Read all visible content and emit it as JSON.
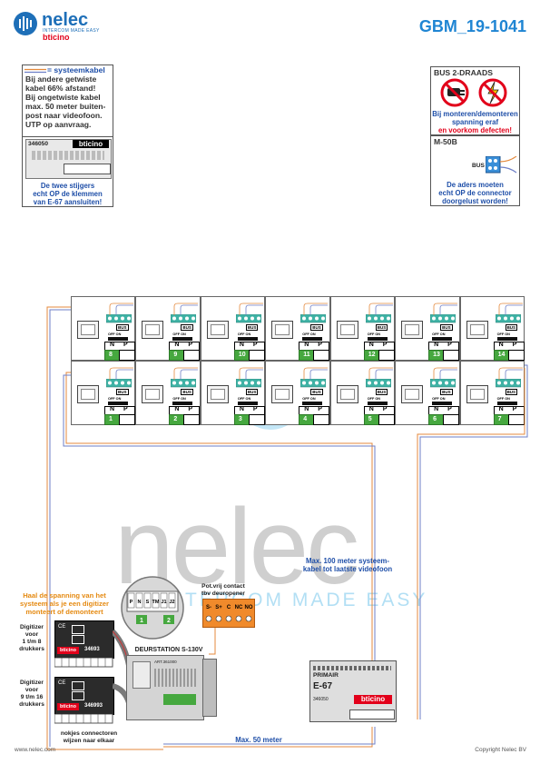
{
  "header": {
    "brand": "nelec",
    "brand_sub": "INTERCOM MADE EASY",
    "brand_partner": "bticino",
    "doc_code": "GBM_19-1041"
  },
  "legend_left": {
    "cable_label": "= systeemkabel",
    "lines": [
      "Bij andere getwiste",
      "kabel 66% afstand!",
      "Bij ongetwiste kabel",
      "max. 50 meter buiten-",
      "post naar videofoon.",
      "UTP op aanvraag."
    ],
    "device_code": "346050",
    "device_brand": "bticino",
    "note": [
      "De twee stijgers",
      "echt OP de klemmen",
      "van E-67 aansluiten!"
    ]
  },
  "legend_right": {
    "title": "BUS 2-DRAADS",
    "warning": [
      "Bij monteren/demonteren",
      "spanning eraf",
      "en voorkom defecten!"
    ],
    "module_title": "M-50B",
    "bus_label": "BUS",
    "note": [
      "De aders moeten",
      "echt OP de connector",
      "doorgelust worden!"
    ]
  },
  "videophones": {
    "terminal_label": "BUS",
    "switch_label": "OFF ON",
    "n_label": "N",
    "p_label": "P",
    "top_row": [
      "8",
      "9",
      "10",
      "11",
      "12",
      "13",
      "14"
    ],
    "bottom_row": [
      "1",
      "2",
      "3",
      "4",
      "5",
      "6",
      "7"
    ]
  },
  "annotations": {
    "cable_100": [
      "Max. 100 meter systeem-",
      "kabel tot laatste videofoon"
    ],
    "cable_50": "Max. 50 meter",
    "power_note": [
      "Haal de spanning van het",
      "systeem als je een digitizer",
      "monteert of demonteert"
    ],
    "digitizer1": [
      "Digitizer",
      "voor",
      "1 t/m 8",
      "drukkers"
    ],
    "digitizer2": [
      "Digitizer",
      "voor",
      "9 t/m 16",
      "drukkers"
    ],
    "digitizer1_code": "34693",
    "digitizer2_code": "346993",
    "digitizer_brand": "bticino",
    "nokjes": [
      "nokjes connectoren",
      "wijzen naar elkaar"
    ],
    "door_station": "DEURSTATION S-130V",
    "door_station_code": "ART.361000",
    "contact": [
      "Pot.vrij contact",
      "tbv deuropener"
    ],
    "contact_terms": [
      "S-",
      "S+",
      "C",
      "NC",
      "NO"
    ],
    "zoom_terms": [
      "P",
      "N",
      "S",
      "TM",
      "J1",
      "J2"
    ],
    "zoom_num_1": "1",
    "zoom_num_2": "2",
    "psu_label": "E-67",
    "psu_primary": "PRIMAIR",
    "psu_code": "346050",
    "psu_brand": "bticino"
  },
  "watermark": {
    "big": "nelec",
    "tag": "INTERCOM MADE EASY"
  },
  "footer": {
    "left": "www.nelec.com",
    "right": "Copyright Nelec BV"
  },
  "colors": {
    "brand_blue": "#1e6fb8",
    "accent_blue": "#1f85d3",
    "bticino_red": "#e2001a",
    "terminal_teal": "#3fb2a5",
    "label_green": "#46a83f",
    "cable_orange": "#e48a3d",
    "cable_blue": "#6e7fc7"
  }
}
